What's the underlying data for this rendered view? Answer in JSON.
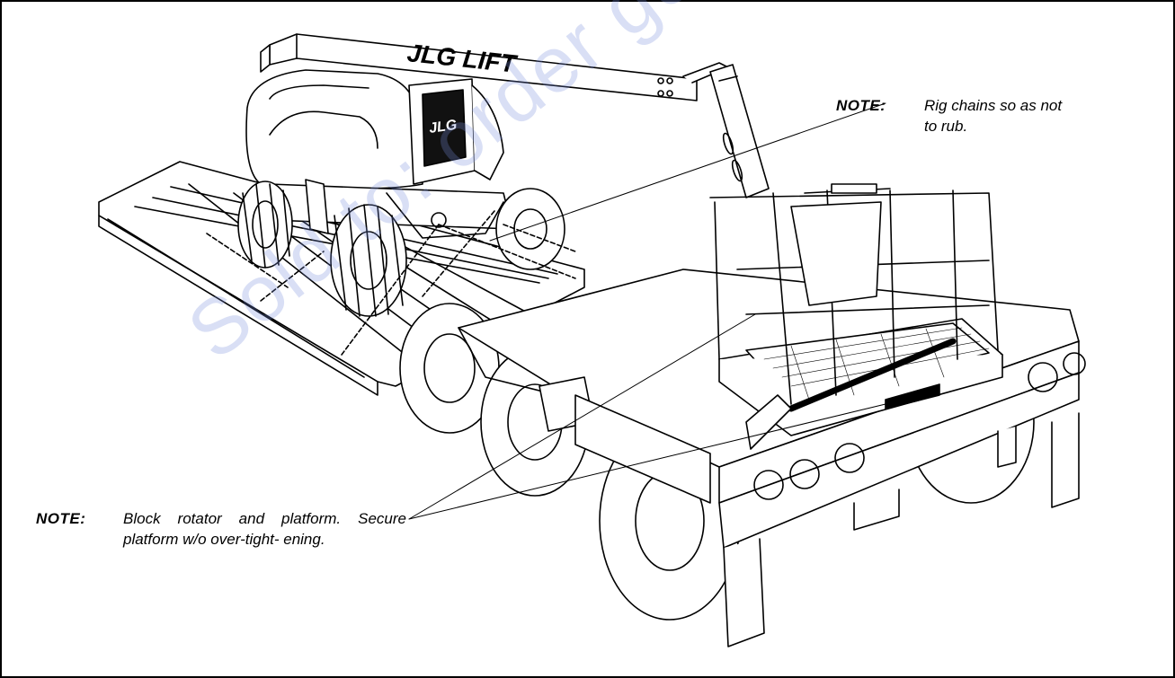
{
  "watermark_text": "Sold to: order go to discount-equipment.com",
  "boom_brand": "JLG LIFT",
  "panel_brand": "JLG",
  "notes": {
    "top_right": {
      "label": "NOTE:",
      "text": "Rig chains so as not to rub."
    },
    "bottom_left": {
      "label": "NOTE:",
      "text": "Block rotator and platform. Secure platform w/o over-tight- ening."
    }
  },
  "colors": {
    "line": "#000000",
    "background": "#ffffff",
    "watermark": "#7b8fdc"
  }
}
